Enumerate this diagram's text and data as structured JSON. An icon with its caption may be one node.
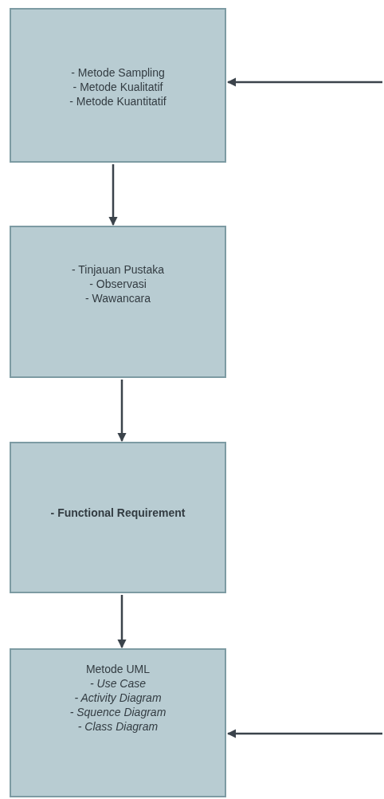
{
  "diagram": {
    "nodes": [
      {
        "text": [
          "- Metode Sampling",
          "- Metode Kualitatif",
          "- Metode Kuantitatif"
        ]
      },
      {
        "text": [
          "- Tinjauan Pustaka",
          "- Observasi",
          "- Wawancara"
        ]
      },
      {
        "text": [
          "- Functional Requirement"
        ]
      },
      {
        "text": [
          "Metode UML",
          "- Use Case",
          "- Activity Diagram",
          "- Squence Diagram",
          "- Class Diagram"
        ]
      }
    ],
    "edges": [
      {
        "from": null,
        "to": 0,
        "arrow": "to"
      },
      {
        "from": 0,
        "to": 1,
        "arrow": "to"
      },
      {
        "from": 1,
        "to": 2,
        "arrow": "to"
      },
      {
        "from": 2,
        "to": 3,
        "arrow": "to"
      },
      {
        "from": null,
        "to": 3,
        "arrow": "to"
      }
    ]
  }
}
